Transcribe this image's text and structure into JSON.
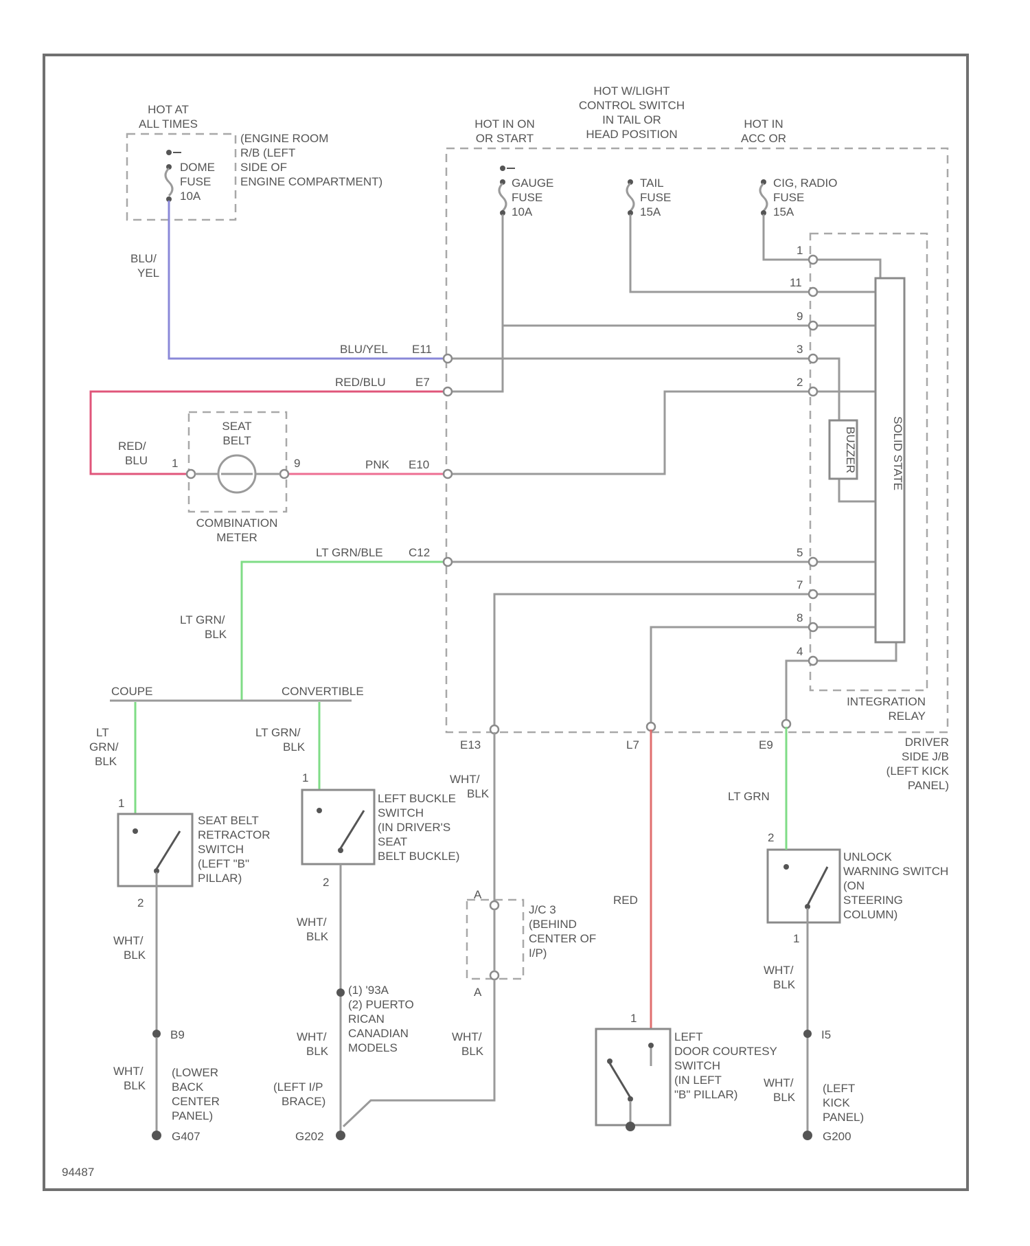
{
  "colors": {
    "frame": "#707070",
    "wire": "#9a9a9a",
    "blu_yel": "#8a88d8",
    "red_blu": "#e0557a",
    "pnk": "#ee6e92",
    "lt_grn": "#7fdc86",
    "red": "#e06e6e",
    "text": "#555555"
  },
  "power": {
    "hot_at_all_times": [
      "HOT AT",
      "ALL TIMES"
    ],
    "hot_in_on": [
      "HOT IN ON",
      "OR START"
    ],
    "hot_headlight": [
      "HOT W/LIGHT",
      "CONTROL SWITCH",
      "IN TAIL OR",
      "HEAD POSITION"
    ],
    "hot_in_acc": [
      "HOT IN",
      "ACC OR"
    ]
  },
  "fuses": {
    "dome": [
      "DOME",
      "FUSE",
      "10A"
    ],
    "gauge": [
      "GAUGE",
      "FUSE",
      "10A"
    ],
    "tail": [
      "TAIL",
      "FUSE",
      "15A"
    ],
    "cig_radio": [
      "CIG, RADIO",
      "FUSE",
      "15A"
    ]
  },
  "engine_room_rb": [
    "(ENGINE ROOM",
    "R/B (LEFT",
    "SIDE OF",
    "ENGINE COMPARTMENT)"
  ],
  "wires": {
    "blu_yel_left": [
      "BLU/",
      "YEL"
    ],
    "blu_yel": "BLU/YEL",
    "red_blu": "RED/BLU",
    "red_blu_left": [
      "RED/",
      "BLU"
    ],
    "pnk": "PNK",
    "lt_grn_ble": "LT GRN/BLE",
    "lt_grn_blk": [
      "LT GRN/",
      "BLK"
    ],
    "lt_grn_blk_v": [
      "LT",
      "GRN/",
      "BLK"
    ],
    "lt_grn_blk_2": [
      "LT GRN/",
      "BLK"
    ],
    "wht_blk": "WHT/BLK",
    "wht_blk_v": [
      "WHT/",
      "BLK"
    ],
    "red": "RED",
    "lt_grn": "LT GRN"
  },
  "connectors": {
    "e11": "E11",
    "e7": "E7",
    "e10": "E10",
    "c12": "C12",
    "e13": "E13",
    "l7": "L7",
    "e9": "E9"
  },
  "relay_pins": [
    "1",
    "11",
    "9",
    "3",
    "2",
    "5",
    "7",
    "8",
    "4"
  ],
  "pins": {
    "p1": "1",
    "p2": "2",
    "p9": "9",
    "pa": "A",
    "pb": "A"
  },
  "combination_meter": {
    "label": [
      "SEAT",
      "BELT"
    ],
    "name": [
      "COMBINATION",
      "METER"
    ]
  },
  "integration_relay": [
    "INTEGRATION",
    "RELAY"
  ],
  "buzzer": "BUZZER",
  "solid_state": "SOLID STATE",
  "jb": [
    "DRIVER",
    "SIDE J/B",
    "(LEFT KICK",
    "PANEL)"
  ],
  "coupe": "COUPE",
  "convertible": "CONVERTIBLE",
  "retractor": [
    "SEAT BELT",
    "RETRACTOR",
    "SWITCH",
    "(LEFT \"B\"",
    "PILLAR)"
  ],
  "buckle": [
    "LEFT BUCKLE",
    "SWITCH",
    "(IN DRIVER'S",
    "SEAT",
    "BELT BUCKLE)"
  ],
  "jc": [
    "J/C 3",
    "(BEHIND",
    "CENTER OF",
    "I/P)"
  ],
  "unlock": [
    "UNLOCK",
    "WARNING SWITCH",
    "(ON",
    "STEERING",
    "COLUMN)"
  ],
  "courtesy": [
    "LEFT",
    "DOOR COURTESY",
    "SWITCH",
    "(IN LEFT",
    "\"B\" PILLAR)"
  ],
  "ground_b9": "B9",
  "ground_b9_label": [
    "(LOWER",
    "BACK",
    "CENTER",
    "PANEL)"
  ],
  "ground_b9_id": "G407",
  "ground_ip": [
    "(LEFT I/P",
    "BRACE)"
  ],
  "ground_ip_id": "G202",
  "ground_ip_note": [
    "(1) '93A",
    "(2) PUERTO",
    "RICAN",
    "CANADIAN",
    "MODELS"
  ],
  "ground_kick": "I5",
  "ground_kick_label": [
    "(LEFT",
    "KICK",
    "PANEL)"
  ],
  "ground_kick_id": "G200",
  "figure_id": "94487"
}
